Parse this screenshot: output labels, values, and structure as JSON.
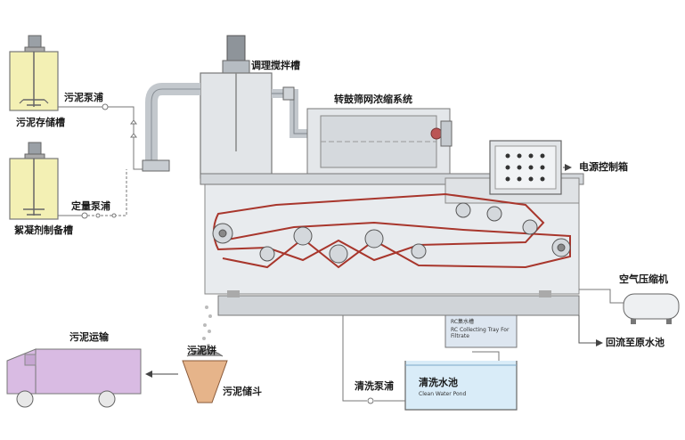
{
  "labels": {
    "sludge_storage_tank": "污泥存储槽",
    "sludge_pump": "污泥泵浦",
    "flocculant_tank": "絮凝剂制备槽",
    "dosing_pump": "定量泵浦",
    "conditioning_tank": "调理搅拌槽",
    "drum_thickener": "转鼓筛网浓缩系统",
    "control_box": "电源控制箱",
    "air_compressor": "空气压缩机",
    "return_to_pool": "回流至原水池",
    "sludge_transport": "污泥运输",
    "sludge_cake": "污泥饼",
    "sludge_hopper": "污泥储斗",
    "wash_pump": "清洗泵浦",
    "clean_water_pool": "清洗水池",
    "clean_water_pool_en": "Clean Water Pond",
    "filtrate_tray_cn": "RC集水槽",
    "filtrate_tray_en": "RC Collecting Tray For Filtrate"
  },
  "colors": {
    "tank_fill": "#f3f0b4",
    "machine_fill": "#e4e7ea",
    "belt": "#a8362c",
    "truck_fill": "#d9bbe3",
    "hopper_fill": "#e6b48a",
    "tray_fill": "#dde6f0",
    "pool_fill": "#d9ecf8",
    "pipe": "#9aa0a6",
    "line": "#555555"
  }
}
